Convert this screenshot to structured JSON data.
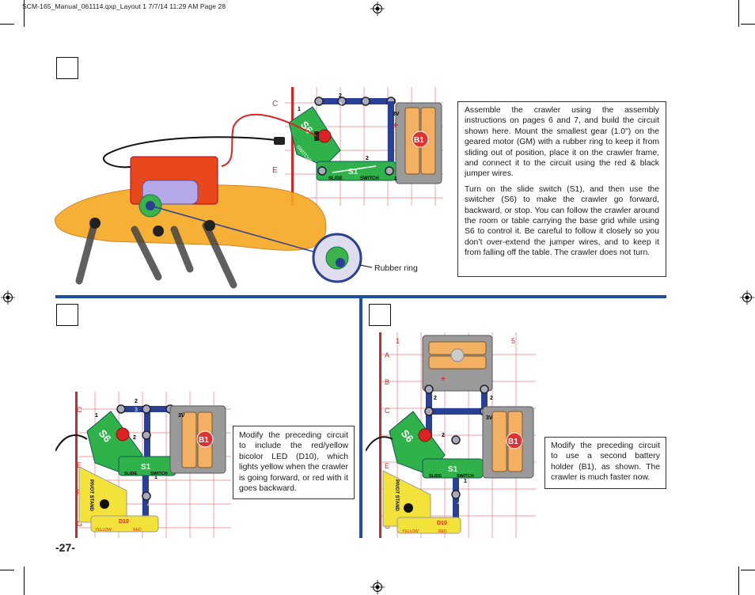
{
  "header": {
    "slug": "SCM-165_Manual_061114.qxp_Layout 1  7/7/14  11:29 AM  Page 28"
  },
  "page_number": "-27-",
  "project_top": {
    "paragraph1": "Assemble the crawler using the assembly instructions on pages 6 and 7, and build the circuit shown here. Mount the smallest gear (1.0\") on the geared motor (GM) with a rubber ring to keep it from sliding out of position, place it on the crawler frame, and connect it to the circuit using the red & black jumper wires.",
    "paragraph2": "Turn on the slide switch (S1), and then use the switcher (S6) to make the crawler go forward, backward, or stop. You can follow the crawler around the room or table carrying the base grid while using S6 to control it. Be careful to follow it closely so you don’t over-extend the jumper wires, and to keep it from falling off the table. The crawler does not turn.",
    "callout": "Rubber ring"
  },
  "project_left": {
    "text": "Modify the preceding circuit to include the red/yellow bicolor LED (D10), which lights yellow when the crawler is going forward, or red with it goes backward."
  },
  "project_right": {
    "text": "Modify the preceding circuit to use a second battery holder (B1), as shown. The crawler is much faster now."
  },
  "parts": {
    "s6": "S6",
    "switcher": "SWITCHER",
    "s1": "S1",
    "slide": "SLIDE",
    "switch": "SWITCH",
    "b1": "B1",
    "v3": "3V",
    "d10": "D10",
    "pivot": "PIVOT STAND",
    "yellow": "YELLOW",
    "red": "RED"
  },
  "grid_labels": {
    "c": "C",
    "e": "E",
    "f": "F",
    "g": "G",
    "a": "A",
    "b": "B",
    "n1": "1",
    "n2": "2",
    "n3": "3",
    "n4": "4",
    "n5": "5"
  },
  "colors": {
    "blue_bar": "#1f4fa0",
    "wire_blue": "#2a3f96",
    "switcher_green": "#2fb24a",
    "battery_orange": "#f3b063",
    "pivot_yellow": "#f2e23a"
  }
}
